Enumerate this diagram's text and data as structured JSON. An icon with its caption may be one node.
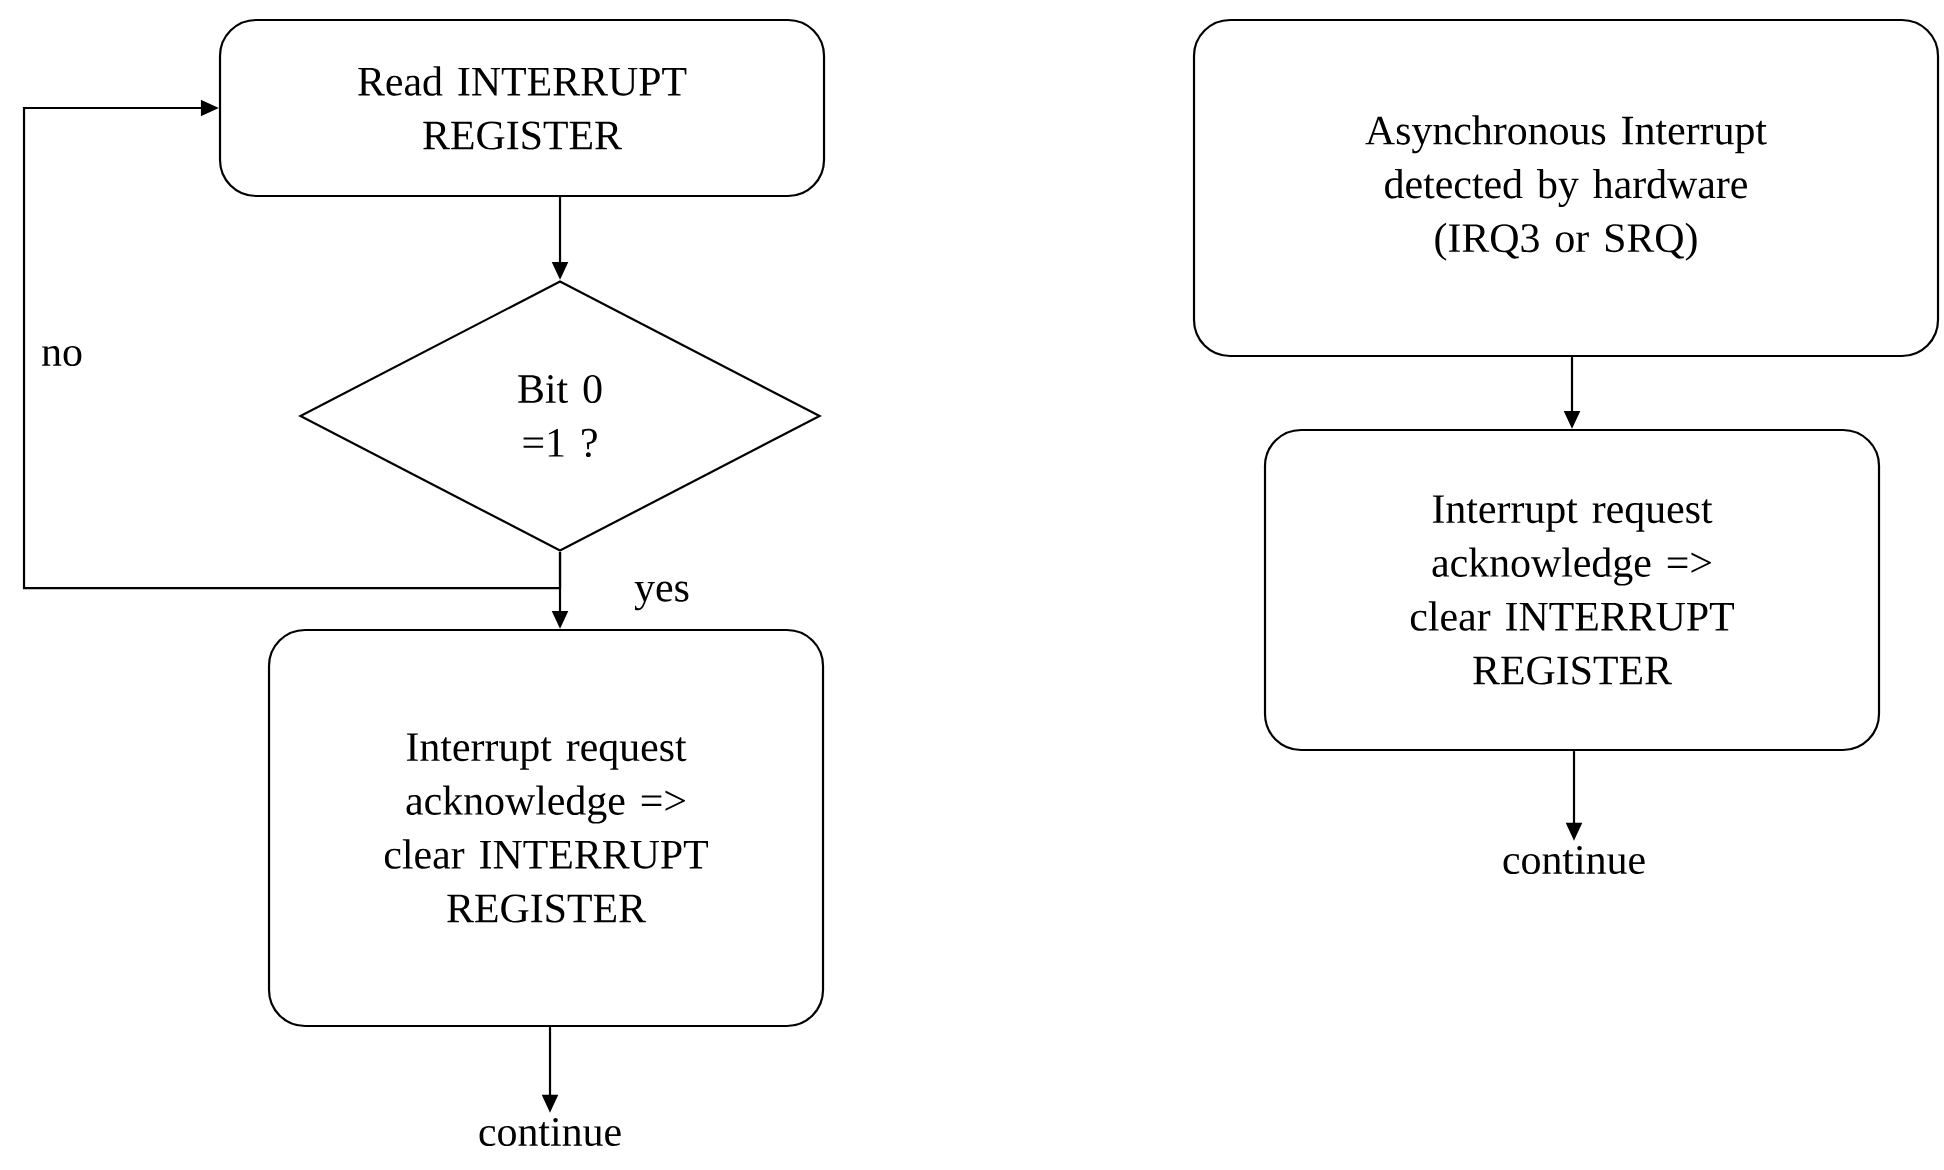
{
  "diagram": {
    "nodes": [
      {
        "text": [
          "Read INTERRUPT REGISTER"
        ]
      },
      {
        "text": [
          "Bit 0 =1 ?"
        ]
      },
      {
        "text": [
          "Interrupt request acknowledge => clear INTERRUPT REGISTER"
        ]
      },
      {
        "text": [
          "continue"
        ]
      },
      {
        "text": [
          "Asynchronous Interrupt detected by hardware (IRQ3 or SRQ)"
        ]
      },
      {
        "text": [
          "Interrupt request acknowledge => clear INTERRUPT REGISTER"
        ]
      },
      {
        "text": [
          "continue"
        ]
      }
    ],
    "edges": [
      {
        "from": 0,
        "to": 1,
        "arrow": "to"
      },
      {
        "from": 1,
        "to": 2,
        "arrow": "to",
        "label": "yes"
      },
      {
        "from": 1,
        "to": 0,
        "arrow": "to",
        "label": "no"
      },
      {
        "from": 2,
        "to": 3,
        "arrow": "to"
      },
      {
        "from": 4,
        "to": 5,
        "arrow": "to"
      },
      {
        "from": 5,
        "to": 6,
        "arrow": "to"
      }
    ]
  }
}
